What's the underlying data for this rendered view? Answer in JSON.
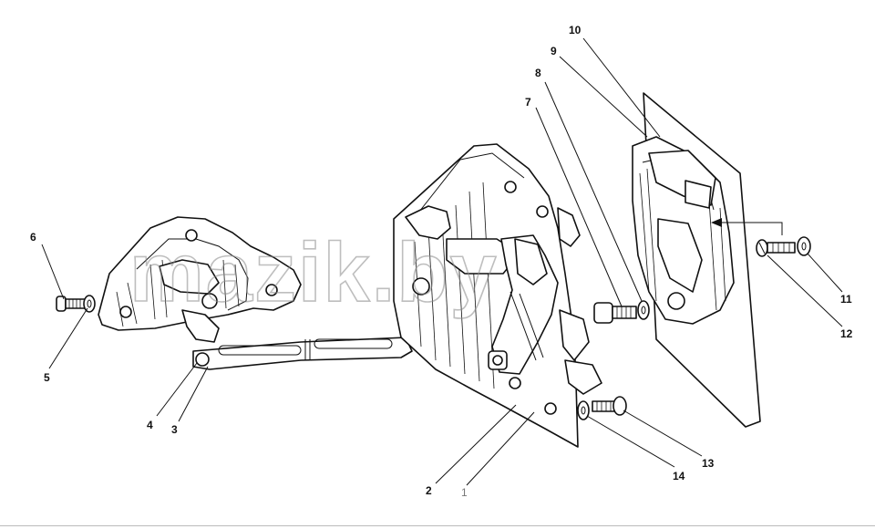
{
  "watermark": "mazik.by",
  "callouts": [
    {
      "id": "c1",
      "text": "1"
    },
    {
      "id": "c2",
      "text": "2"
    },
    {
      "id": "c3",
      "text": "3"
    },
    {
      "id": "c4",
      "text": "4"
    },
    {
      "id": "c5",
      "text": "5"
    },
    {
      "id": "c6",
      "text": "6"
    },
    {
      "id": "c7",
      "text": "7"
    },
    {
      "id": "c8",
      "text": "8"
    },
    {
      "id": "c9",
      "text": "9"
    },
    {
      "id": "c10",
      "text": "10"
    },
    {
      "id": "c11",
      "text": "11"
    },
    {
      "id": "c12",
      "text": "12"
    },
    {
      "id": "c13",
      "text": "13"
    },
    {
      "id": "c14",
      "text": "14"
    }
  ]
}
